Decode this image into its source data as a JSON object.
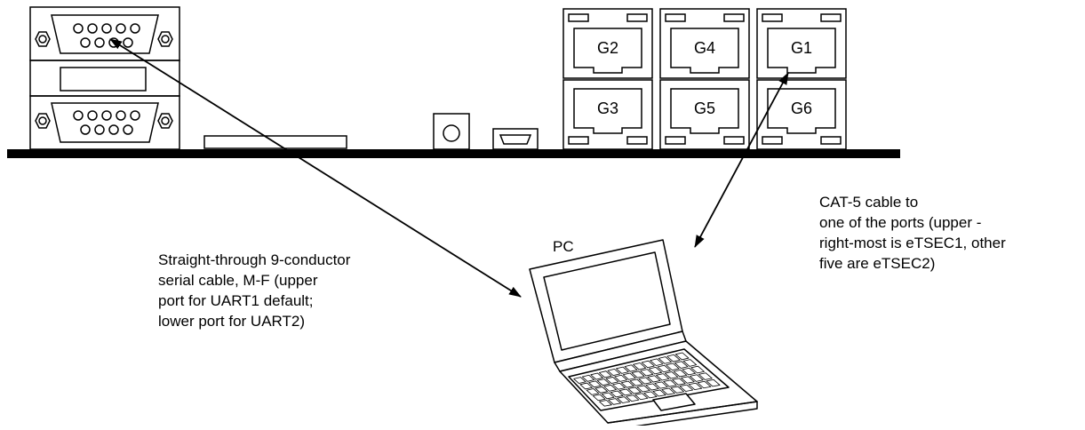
{
  "diagram": {
    "ethernet_ports": [
      "G2",
      "G4",
      "G1",
      "G3",
      "G5",
      "G6"
    ],
    "pc_label": "PC",
    "serial_cable_caption": [
      "Straight-through 9-conductor",
      "serial cable, M-F (upper",
      "port for UART1 default;",
      "lower port for UART2)"
    ],
    "ethernet_cable_caption": [
      "CAT-5 cable to",
      "one of the ports (upper -",
      "right-most is eTSEC1, other",
      "five are eTSEC2)"
    ]
  }
}
